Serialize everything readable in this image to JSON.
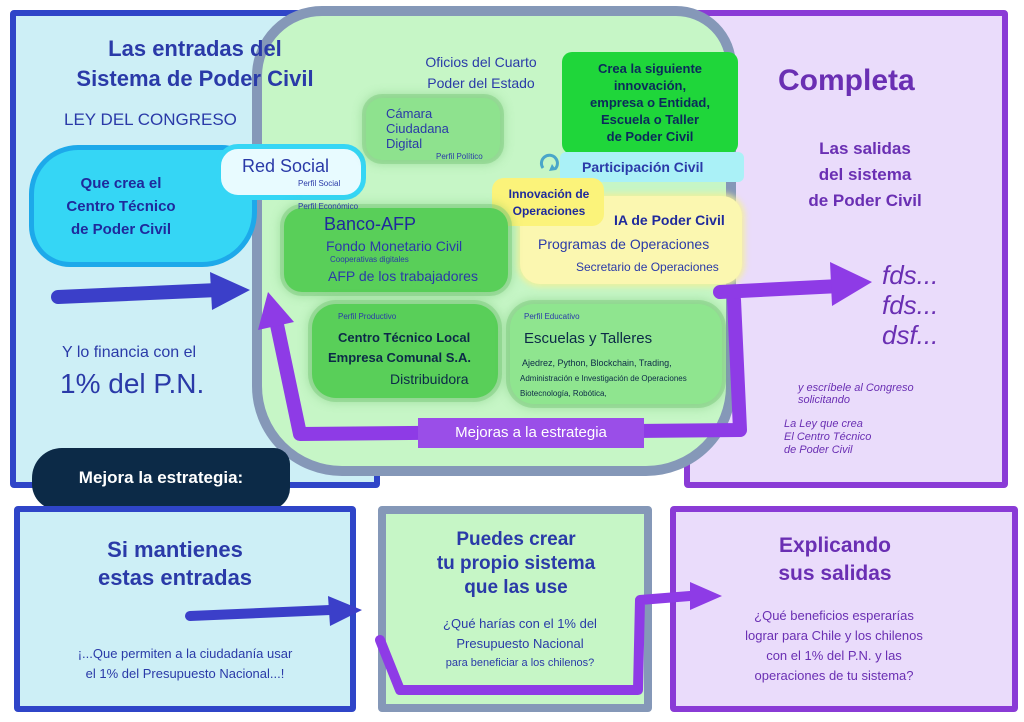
{
  "colors": {
    "left_panel_fill": "#cdeff6",
    "left_panel_border": "#2f45c8",
    "right_panel_fill": "#eadcfb",
    "right_panel_border": "#8a3bd6",
    "center_fill": "#c6f6c6",
    "center_border": "#8598b8",
    "dark_label": "#0c2a47",
    "arrow_blue": "#3b3fc9",
    "arrow_purple": "#8e3be6",
    "text_blue": "#2a3aa8",
    "text_purple": "#6a2fb3",
    "green_bright": "#1fd63a",
    "cyan": "#35d6f5",
    "yellow": "#fbf7b0"
  },
  "left": {
    "title_line1": "Las entradas del",
    "title_line2": "Sistema de Poder Civil",
    "ley": "LEY DEL CONGRESO",
    "cloud_line1": "Que crea el",
    "cloud_line2": "Centro Técnico",
    "cloud_line3": "de Poder Civil",
    "finance_line": "Y lo financia con el",
    "pn": "1% del P.N."
  },
  "center": {
    "oficios_line1": "Oficios del Cuarto",
    "oficios_line2": "Poder del Estado",
    "camara_line1": "Cámara",
    "camara_line2": "Ciudadana",
    "camara_line3": "Digital",
    "perfil_politico": "Perfil Político",
    "red_social": "Red Social",
    "perfil_social": "Perfil Social",
    "green_box_line1": "Crea la siguiente",
    "green_box_line2": "innovación,",
    "green_box_line3": "empresa o Entidad,",
    "green_box_line4": "Escuela o Taller",
    "green_box_line5": "de Poder Civil",
    "participacion": "Participación Civil",
    "innovacion_line1": "Innovación de",
    "innovacion_line2": "Operaciones",
    "ia_title": "IA de Poder Civil",
    "programas": "Programas de Operaciones",
    "secretario": "Secretario de Operaciones",
    "perfil_economico": "Perfil Económico",
    "banco": "Banco-AFP",
    "fondo": "Fondo Monetario Civil",
    "coop": "Cooperativas digitales",
    "afp": "AFP de los trabajadores",
    "perfil_productivo": "Perfil Productivo",
    "centro_local": "Centro Técnico Local",
    "empresa": "Empresa Comunal S.A.",
    "distribuidora": "Distribuidora",
    "perfil_educativo": "Perfil Educativo",
    "escuelas": "Escuelas y Talleres",
    "edu_line1": "Ajedrez, Python, Blockchain, Trading,",
    "edu_line2": "Administración e Investigación de Operaciones",
    "edu_line3": "Biotecnología, Robótica,",
    "mejoras": "Mejoras a la estrategia"
  },
  "right": {
    "title": "Completa",
    "sub_line1": "Las salidas",
    "sub_line2": "del sistema",
    "sub_line3": "de Poder Civil",
    "fds1": "fds...",
    "fds2": "fds...",
    "dsf": "dsf...",
    "escribe_line1": "y escríbele al Congreso",
    "escribe_line2": "solicitando",
    "ley_line1": "La Ley que crea",
    "ley_line2": "El Centro Técnico",
    "ley_line3": "de  Poder Civil"
  },
  "mejora_label": "Mejora la estrategia:",
  "bottom_left": {
    "title_line1": "Si mantienes",
    "title_line2": "estas entradas",
    "body_line1": "¡...Que permiten a la ciudadanía usar",
    "body_line2": "el 1% del Presupuesto Nacional...!"
  },
  "bottom_center": {
    "title_line1": "Puedes crear",
    "title_line2": "tu propio sistema",
    "title_line3": "que las use",
    "q_line1": "¿Qué harías con el 1% del",
    "q_line2": "Presupuesto Nacional",
    "q_line3": "para beneficiar a los chilenos?"
  },
  "bottom_right": {
    "title_line1": "Explicando",
    "title_line2": "sus salidas",
    "q_line1": "¿Qué beneficios esperarías",
    "q_line2": "lograr para Chile y los chilenos",
    "q_line3": "con el 1% del P.N. y las",
    "q_line4": "operaciones de tu sistema?"
  }
}
